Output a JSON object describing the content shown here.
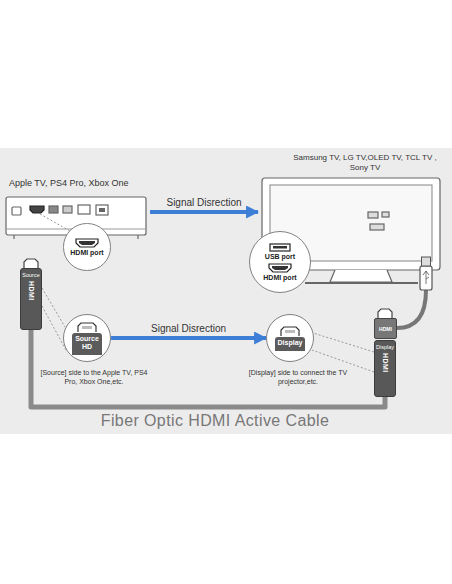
{
  "diagram": {
    "caption": "Fiber Optic HDMI Active Cable",
    "nodes": [
      {
        "text": [
          "Apple TV, PS4 Pro, Xbox One"
        ]
      },
      {
        "text": [
          "Samsung TV, LG TV,OLED TV, TCL TV , Sony TV"
        ]
      },
      {
        "text": [
          "HDMI port"
        ]
      },
      {
        "text": [
          "USB port",
          "HDMI port"
        ]
      },
      {
        "text": [
          "Source",
          "HDMI"
        ]
      },
      {
        "text": [
          "Source",
          "HD"
        ]
      },
      {
        "text": [
          "Display"
        ]
      },
      {
        "text": [
          "HDMI"
        ]
      },
      {
        "text": [
          "Display",
          "HDMI"
        ]
      }
    ],
    "edges": [
      {
        "from": 0,
        "to": 1,
        "label": "Signal Disrection",
        "arrow": "to"
      },
      {
        "from": 5,
        "to": 6,
        "label": "Signal Disrection",
        "arrow": "to"
      },
      {
        "from": 4,
        "to": 8,
        "arrow": "none"
      }
    ],
    "labels": [
      "[Source] side to the Apple TV, PS4 Pro, Xbox One,etc.",
      "[Display] side to connect the TV projector,etc."
    ]
  }
}
